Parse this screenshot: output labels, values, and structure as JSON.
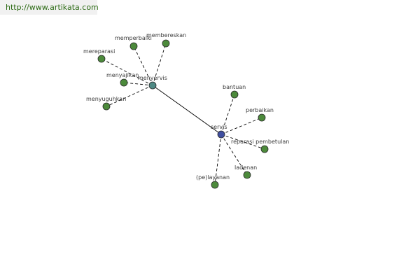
{
  "source_url": "http://www.artikata.com",
  "colors": {
    "hub_primary": "#3f4ea0",
    "hub_secondary": "#4f8a85",
    "leaf": "#4c8a3b",
    "node_stroke": "#2a2a2a",
    "edge": "#000000",
    "label": "#3b3b3b",
    "banner_text": "#2b6a13"
  },
  "nodes": [
    {
      "id": "servis",
      "label": "servis",
      "kind": "hub_primary"
    },
    {
      "id": "menyervis",
      "label": "menyervis",
      "kind": "hub_secondary"
    },
    {
      "id": "memperbaiki",
      "label": "memperbaiki",
      "kind": "leaf"
    },
    {
      "id": "membereskan",
      "label": "membereskan",
      "kind": "leaf"
    },
    {
      "id": "mereparasi",
      "label": "mereparasi",
      "kind": "leaf"
    },
    {
      "id": "menyajikan",
      "label": "menyajikan",
      "kind": "leaf"
    },
    {
      "id": "menyuguhkan",
      "label": "menyuguhkan",
      "kind": "leaf"
    },
    {
      "id": "bantuan",
      "label": "bantuan",
      "kind": "leaf"
    },
    {
      "id": "perbaikan",
      "label": "perbaikan",
      "kind": "leaf"
    },
    {
      "id": "reparasi-pembetulan",
      "label": "reparasi pembetulan",
      "kind": "leaf"
    },
    {
      "id": "ladenan",
      "label": "ladenan",
      "kind": "leaf"
    },
    {
      "id": "pelayanan",
      "label": "(pe)layanan",
      "kind": "leaf"
    }
  ],
  "edges": [
    {
      "from": "servis",
      "to": "menyervis",
      "style": "solid"
    },
    {
      "from": "menyervis",
      "to": "memperbaiki",
      "style": "dashed"
    },
    {
      "from": "menyervis",
      "to": "membereskan",
      "style": "dashed"
    },
    {
      "from": "menyervis",
      "to": "mereparasi",
      "style": "dashed"
    },
    {
      "from": "menyervis",
      "to": "menyajikan",
      "style": "dashed"
    },
    {
      "from": "menyervis",
      "to": "menyuguhkan",
      "style": "dashed"
    },
    {
      "from": "servis",
      "to": "bantuan",
      "style": "dashed"
    },
    {
      "from": "servis",
      "to": "perbaikan",
      "style": "dashed"
    },
    {
      "from": "servis",
      "to": "reparasi-pembetulan",
      "style": "dashed"
    },
    {
      "from": "servis",
      "to": "ladenan",
      "style": "dashed"
    },
    {
      "from": "servis",
      "to": "pelayanan",
      "style": "dashed"
    }
  ]
}
